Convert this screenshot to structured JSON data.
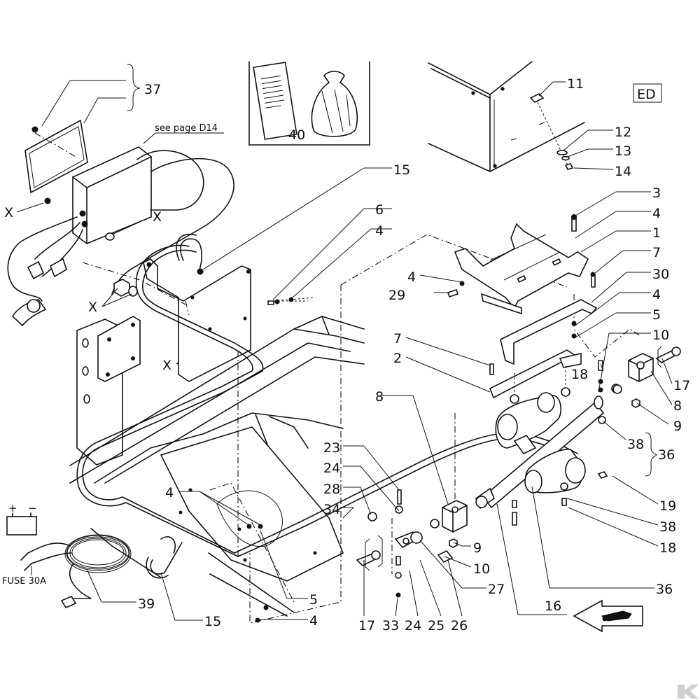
{
  "edition_code": "ED",
  "see_page_note": "see page D14",
  "fuse_label": "FUSE 30A",
  "battery_plus": "+",
  "battery_minus": "−",
  "brand_logo": "K",
  "callouts": {
    "c37": "37",
    "c40": "40",
    "c11": "11",
    "c12": "12",
    "c13": "13",
    "c14": "14",
    "c15a": "15",
    "c6": "6",
    "c4a": "4",
    "c3": "3",
    "c4b": "4",
    "c1": "1",
    "c7a": "7",
    "c4c": "4",
    "c29": "29",
    "c30": "30",
    "c4d": "4",
    "c5a": "5",
    "c10a": "10",
    "c7b": "7",
    "c2": "2",
    "c18a": "18",
    "c17a": "17",
    "c8a": "8",
    "c8b": "8",
    "c9a": "9",
    "c38a": "38",
    "c36a": "36",
    "c23": "23",
    "c24a": "24",
    "c28": "28",
    "c34": "34",
    "c4e": "4",
    "c19": "19",
    "c38b": "38",
    "c18b": "18",
    "c9b": "9",
    "c10b": "10",
    "c27": "27",
    "c36b": "36",
    "c5b": "5",
    "c4f": "4",
    "c39": "39",
    "c15b": "15",
    "c17b": "17",
    "c33": "33",
    "c24b": "24",
    "c25": "25",
    "c26": "26",
    "c16": "16"
  },
  "x_markers": [
    "X",
    "X",
    "X",
    "X"
  ]
}
